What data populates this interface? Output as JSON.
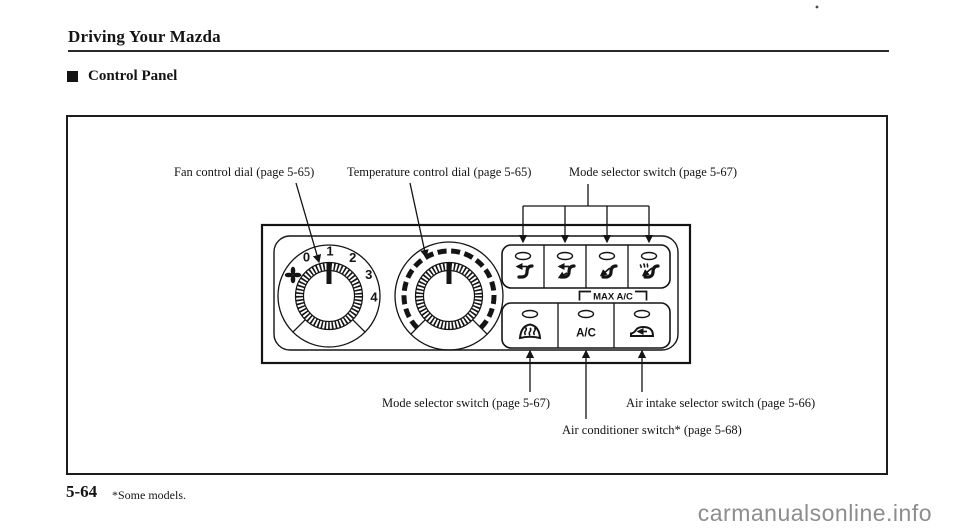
{
  "page": {
    "title": "Driving Your Mazda",
    "section_heading": "Control Panel",
    "page_number": "5-64",
    "footnote": "*Some models.",
    "watermark": "carmanualsonline.info"
  },
  "figure": {
    "labels": {
      "fan_dial": "Fan control dial (page 5-65)",
      "temperature_dial": "Temperature control dial (page 5-65)",
      "mode_selector_top": "Mode selector switch (page 5-67)",
      "mode_selector_bottom": "Mode selector switch (page 5-67)",
      "air_intake": "Air intake selector switch (page 5-66)",
      "air_conditioner": "Air conditioner switch* (page 5-68)"
    },
    "panel": {
      "fan_dial_scale": [
        "0",
        "1",
        "2",
        "3",
        "4"
      ],
      "fan_dial_icon": "fan-icon",
      "mode_button_icons": [
        "face-vent-icon",
        "bi-level-vent-icon",
        "foot-vent-icon",
        "foot-defrost-vent-icon"
      ],
      "defrost_button_icon": "front-defroster-icon",
      "ac_button_label": "A/C",
      "recirculate_button_icon": "recirculated-air-icon",
      "max_ac_label": "MAX A/C"
    }
  },
  "colors": {
    "ink": "#141414",
    "watermark_gray": "#8d8d8d"
  }
}
